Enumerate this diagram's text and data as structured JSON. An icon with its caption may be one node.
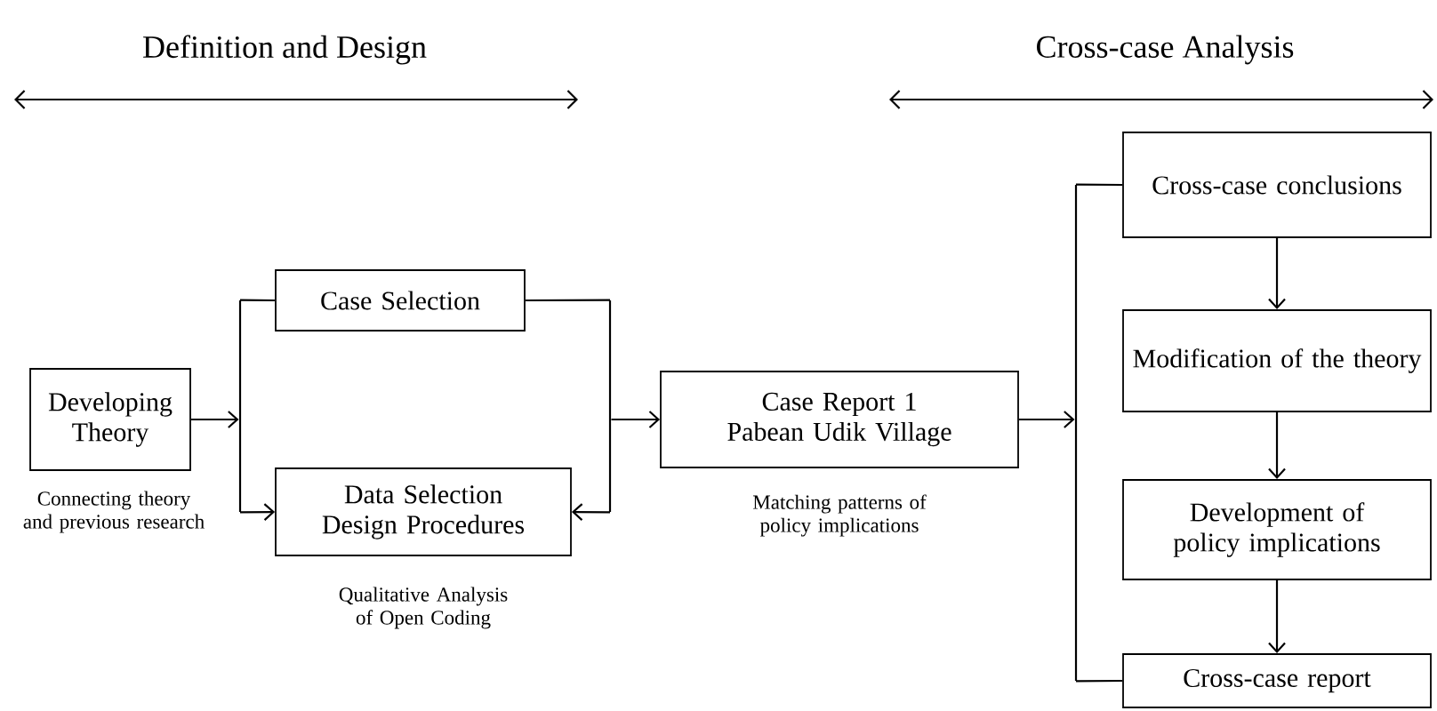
{
  "diagram": {
    "nodes": [
      {
        "text": [
          "Developing Theory"
        ],
        "beside": [
          "Connecting theory and previous research"
        ]
      },
      {
        "text": [],
        "shape": "bar"
      },
      {
        "text": [
          "Case Selection"
        ]
      },
      {
        "text": [
          "Data Selection Design Procedures"
        ],
        "beside": [
          "Qualitative Analysis of Open Coding"
        ]
      },
      {
        "text": [],
        "shape": "bar"
      },
      {
        "text": [
          "Case Report 1 Pabean Udik Village"
        ],
        "beside": [
          "Matching patterns of policy implications"
        ]
      },
      {
        "text": [],
        "shape": "bar"
      },
      {
        "text": [
          "Cross-case conclusions"
        ]
      },
      {
        "text": [
          "Modification of the theory"
        ]
      },
      {
        "text": [
          "Development of policy implications"
        ]
      },
      {
        "text": [
          "Cross-case report"
        ]
      }
    ],
    "edges": [
      {
        "from": 0,
        "to": 1,
        "arrow": "to"
      },
      {
        "from": 1,
        "to": 2,
        "arrow": "none"
      },
      {
        "from": 1,
        "to": 3,
        "arrow": "to"
      },
      {
        "from": 2,
        "to": 4,
        "arrow": "none"
      },
      {
        "from": 4,
        "to": 3,
        "arrow": "to"
      },
      {
        "from": 4,
        "to": 5,
        "arrow": "to"
      },
      {
        "from": 5,
        "to": 6,
        "arrow": "to"
      },
      {
        "from": 6,
        "to": 7,
        "arrow": "none"
      },
      {
        "from": 6,
        "to": 10,
        "arrow": "none"
      },
      {
        "from": 7,
        "to": 8,
        "arrow": "to"
      },
      {
        "from": 8,
        "to": 9,
        "arrow": "to"
      },
      {
        "from": 9,
        "to": 10,
        "arrow": "to"
      }
    ],
    "labels": [
      "Definition and Design",
      "Cross-case Analysis"
    ]
  }
}
